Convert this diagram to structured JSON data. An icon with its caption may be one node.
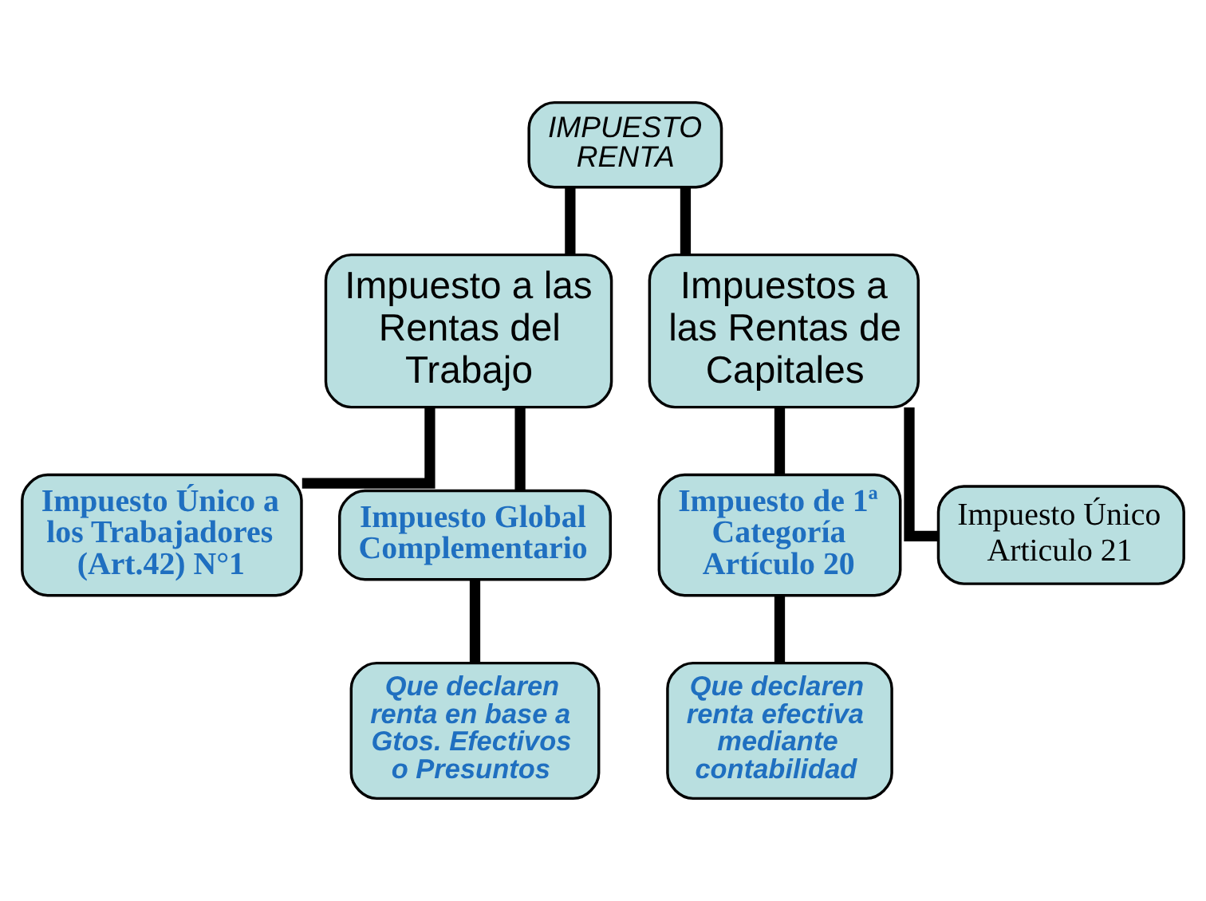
{
  "diagram": {
    "nodes": [
      {
        "text": [
          "IMPUESTO RENTA"
        ]
      },
      {
        "text": [
          "Impuesto a las Rentas del Trabajo"
        ]
      },
      {
        "text": [
          "Impuestos a las Rentas de Capitales"
        ]
      },
      {
        "text": [
          "Impuesto Único a los Trabajadores (Art.42) N°1"
        ]
      },
      {
        "text": [
          "Impuesto Global Complementario"
        ]
      },
      {
        "text": [
          "Impuesto de 1ª Categoría Artículo 20"
        ]
      },
      {
        "text": [
          "Impuesto Único Articulo 21"
        ]
      },
      {
        "text": [
          "Que declaren renta en base a Gtos. Efectivos o Presuntos"
        ]
      },
      {
        "text": [
          "Que declaren renta efectiva mediante contabilidad"
        ]
      }
    ],
    "edges": [
      {
        "from": 0,
        "to": 1,
        "arrow": "none"
      },
      {
        "from": 0,
        "to": 2,
        "arrow": "none"
      },
      {
        "from": 1,
        "to": 3,
        "arrow": "none"
      },
      {
        "from": 1,
        "to": 4,
        "arrow": "none"
      },
      {
        "from": 2,
        "to": 5,
        "arrow": "none"
      },
      {
        "from": 2,
        "to": 6,
        "arrow": "none"
      },
      {
        "from": 4,
        "to": 7,
        "arrow": "none"
      },
      {
        "from": 5,
        "to": 8,
        "arrow": "none"
      }
    ]
  }
}
